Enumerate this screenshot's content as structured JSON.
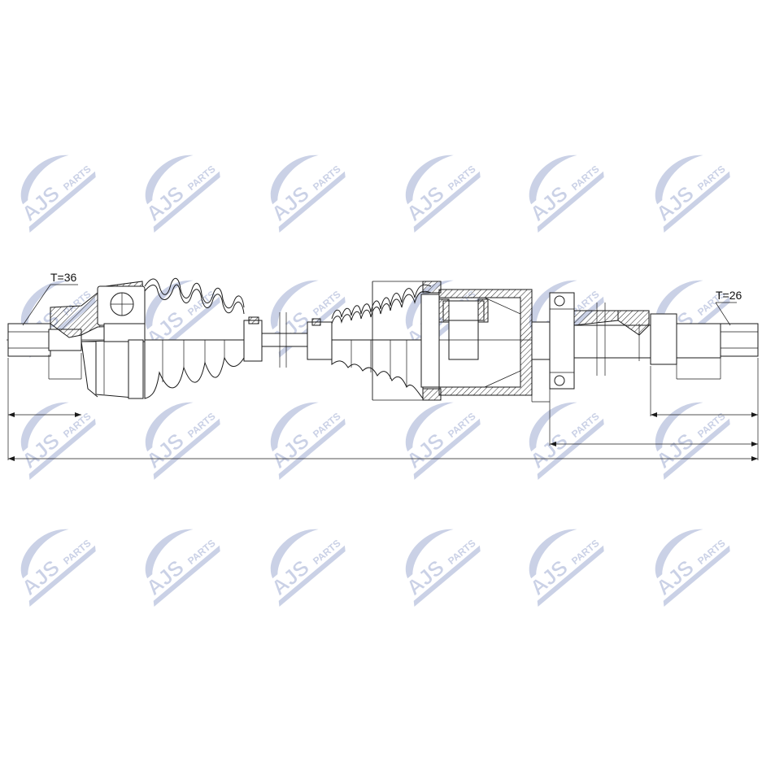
{
  "watermark": {
    "brand": "AJS",
    "suffix": "PARTS",
    "color": "#b9c2de",
    "accent": "#2f3c8f"
  },
  "labels": {
    "left_spline": "T=36",
    "right_spline": "T=26"
  },
  "colors": {
    "line": "#1a1a1a",
    "background": "#ffffff"
  }
}
